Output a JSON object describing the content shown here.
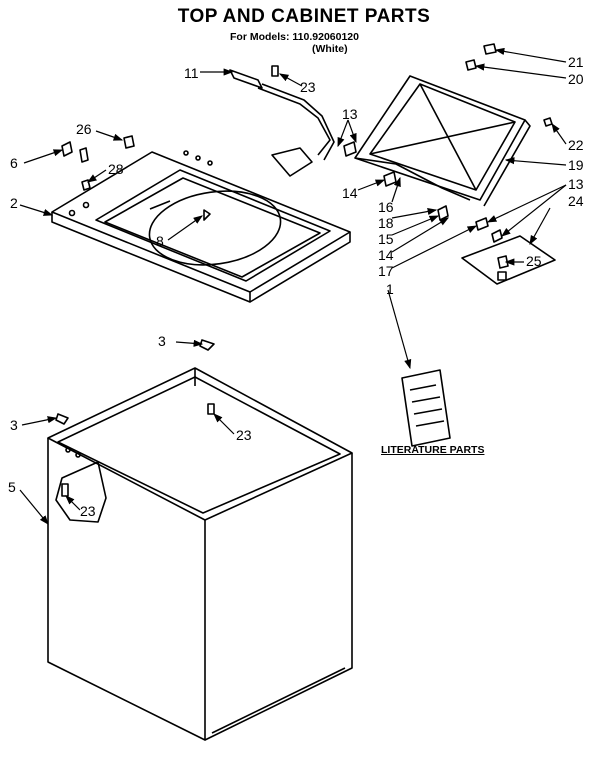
{
  "header": {
    "title": "TOP AND CABINET PARTS",
    "models_line": "For Models: 110.92060120",
    "color_line": "(White)"
  },
  "literature": {
    "label": "LITERATURE PARTS"
  },
  "callouts": [
    "1",
    "2",
    "3",
    "3",
    "5",
    "6",
    "8",
    "11",
    "13",
    "13",
    "14",
    "14",
    "15",
    "16",
    "17",
    "18",
    "19",
    "20",
    "21",
    "22",
    "23",
    "23",
    "23",
    "24",
    "25",
    "26",
    "28"
  ]
}
